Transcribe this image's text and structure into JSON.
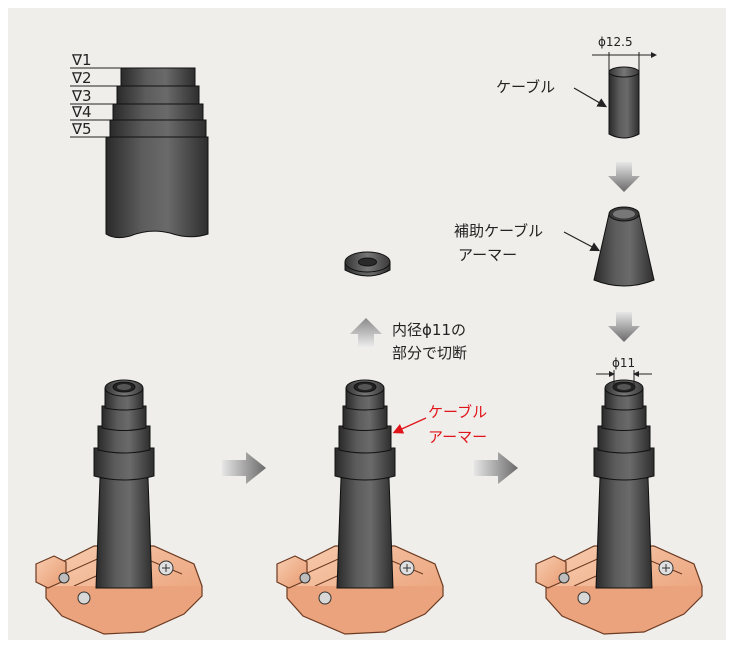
{
  "step_marks": [
    "∇1",
    "∇2",
    "∇3",
    "∇4",
    "∇5"
  ],
  "dimensions": {
    "cable_diameter": "ϕ12.5",
    "inner_diameter": "ϕ11"
  },
  "labels": {
    "cable": "ケーブル",
    "aux_armor_line1": "補助ケーブル",
    "aux_armor_line2": "アーマー",
    "cut_line1": "内径ϕ11の",
    "cut_line2": "部分で切断",
    "armor_line1": "ケーブル",
    "armor_line2": "アーマー"
  },
  "colors": {
    "background": "#f0eeea",
    "rubber": "#4a4a4a",
    "bracket": "#f2b592",
    "annotation_red": "#e0151b",
    "arrow_gray": "#7a7a7a"
  },
  "icons": [
    "right-arrow-icon",
    "down-arrow-icon",
    "up-arrow-icon"
  ]
}
